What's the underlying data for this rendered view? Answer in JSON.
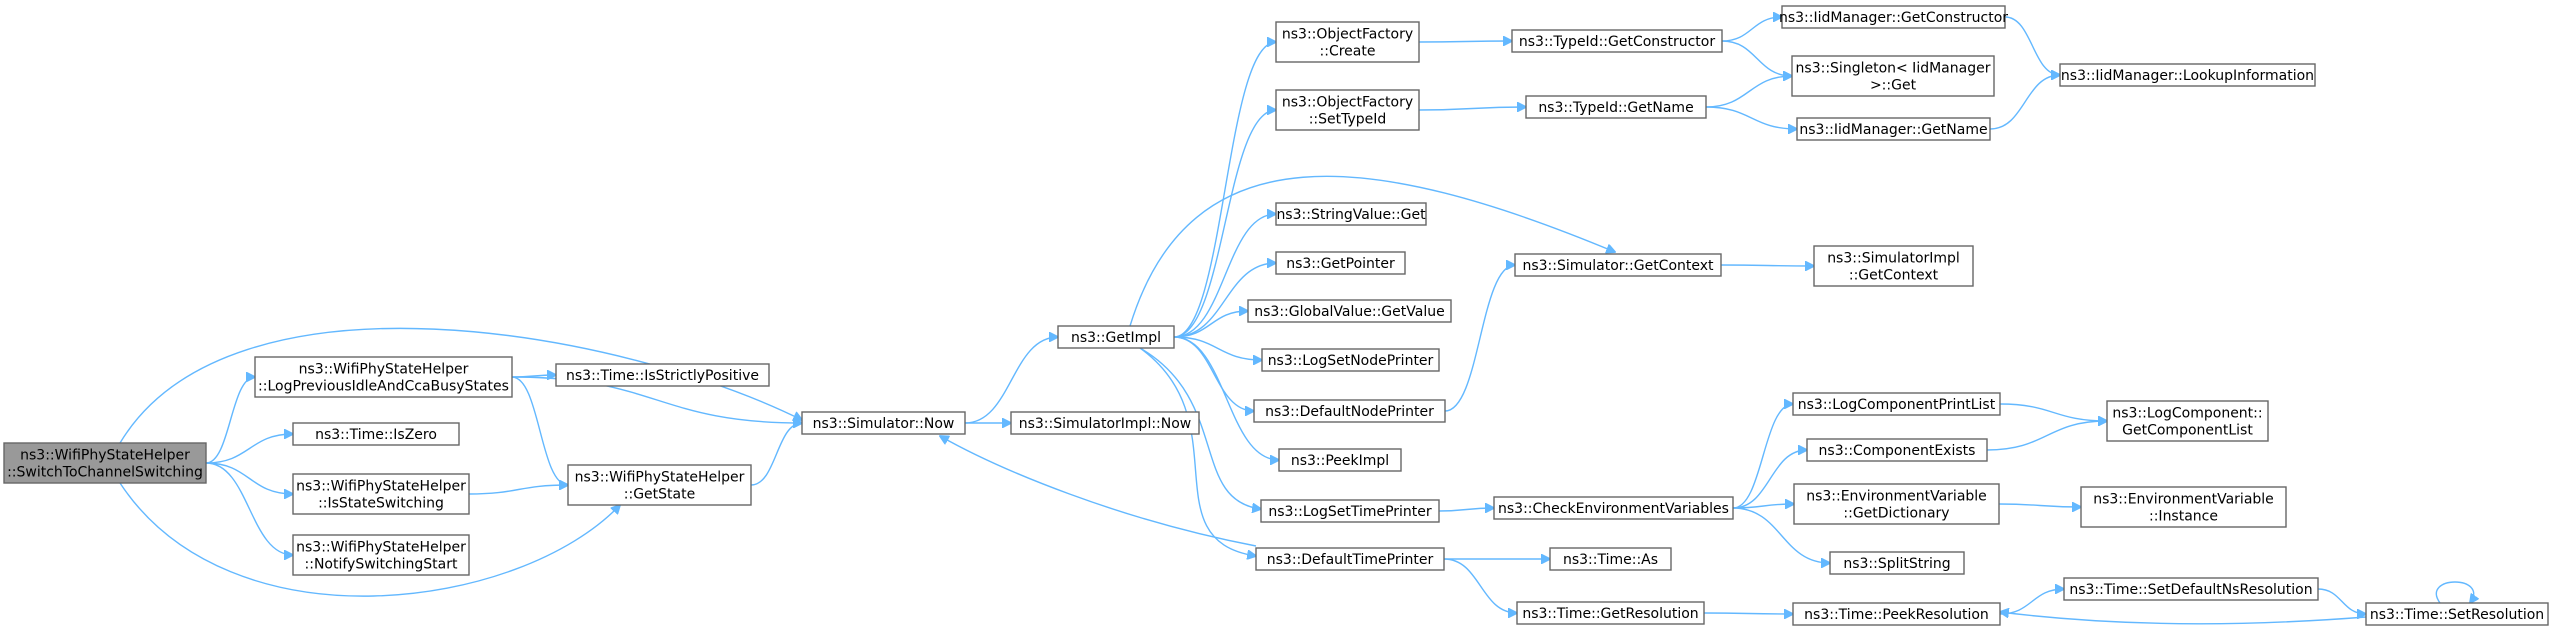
{
  "diagram": {
    "nodes": {
      "switch": [
        "ns3::WifiPhyStateHelper",
        "::SwitchToChannelSwitching"
      ],
      "logPrev": [
        "ns3::WifiPhyStateHelper",
        "::LogPreviousIdleAndCcaBusyStates"
      ],
      "isZero": [
        "ns3::Time::IsZero"
      ],
      "isStateSwitching": [
        "ns3::WifiPhyStateHelper",
        "::IsStateSwitching"
      ],
      "notifySwitching": [
        "ns3::WifiPhyStateHelper",
        "::NotifySwitchingStart"
      ],
      "isStrictlyPositive": [
        "ns3::Time::IsStrictlyPositive"
      ],
      "getState": [
        "ns3::WifiPhyStateHelper",
        "::GetState"
      ],
      "simNow": [
        "ns3::Simulator::Now"
      ],
      "simImplNow": [
        "ns3::SimulatorImpl::Now"
      ],
      "getImpl": [
        "ns3::GetImpl"
      ],
      "ofCreate": [
        "ns3::ObjectFactory",
        "::Create"
      ],
      "ofSetTypeId": [
        "ns3::ObjectFactory",
        "::SetTypeId"
      ],
      "stringValueGet": [
        "ns3::StringValue::Get"
      ],
      "getPointer": [
        "ns3::GetPointer"
      ],
      "globalValueGet": [
        "ns3::GlobalValue::GetValue"
      ],
      "logSetNodePrinter": [
        "ns3::LogSetNodePrinter"
      ],
      "defaultNodePrinter": [
        "ns3::DefaultNodePrinter"
      ],
      "peekImpl": [
        "ns3::PeekImpl"
      ],
      "logSetTimePrinter": [
        "ns3::LogSetTimePrinter"
      ],
      "defaultTimePrinter": [
        "ns3::DefaultTimePrinter"
      ],
      "typeIdGetConstructor": [
        "ns3::TypeId::GetConstructor"
      ],
      "typeIdGetName": [
        "ns3::TypeId::GetName"
      ],
      "simGetContext": [
        "ns3::Simulator::GetContext"
      ],
      "checkEnv": [
        "ns3::CheckEnvironmentVariables"
      ],
      "timeAs": [
        "ns3::Time::As"
      ],
      "timeGetResolution": [
        "ns3::Time::GetResolution"
      ],
      "iidGetConstructor": [
        "ns3::IidManager::GetConstructor"
      ],
      "singletonGet": [
        "ns3::Singleton< IidManager",
        ">::Get"
      ],
      "iidGetName": [
        "ns3::IidManager::GetName"
      ],
      "simImplGetContext": [
        "ns3::SimulatorImpl",
        "::GetContext"
      ],
      "logCompPrintList": [
        "ns3::LogComponentPrintList"
      ],
      "compExists": [
        "ns3::ComponentExists"
      ],
      "envGetDictionary": [
        "ns3::EnvironmentVariable",
        "::GetDictionary"
      ],
      "splitString": [
        "ns3::SplitString"
      ],
      "peekResolution": [
        "ns3::Time::PeekResolution"
      ],
      "iidLookup": [
        "ns3::IidManager::LookupInformation"
      ],
      "logCompGetList": [
        "ns3::LogComponent::",
        "GetComponentList"
      ],
      "envInstance": [
        "ns3::EnvironmentVariable",
        "::Instance"
      ],
      "setDefaultNsRes": [
        "ns3::Time::SetDefaultNsResolution"
      ],
      "setResolution": [
        "ns3::Time::SetResolution"
      ]
    },
    "edges": [
      [
        "switch",
        "logPrev"
      ],
      [
        "switch",
        "isZero"
      ],
      [
        "switch",
        "isStateSwitching"
      ],
      [
        "switch",
        "notifySwitching"
      ],
      [
        "switch",
        "getState"
      ],
      [
        "switch",
        "simNow"
      ],
      [
        "logPrev",
        "isStrictlyPositive"
      ],
      [
        "logPrev",
        "getState"
      ],
      [
        "logPrev",
        "simNow"
      ],
      [
        "isStateSwitching",
        "getState"
      ],
      [
        "getState",
        "simNow"
      ],
      [
        "simNow",
        "simImplNow"
      ],
      [
        "simNow",
        "getImpl"
      ],
      [
        "getImpl",
        "ofCreate"
      ],
      [
        "getImpl",
        "ofSetTypeId"
      ],
      [
        "getImpl",
        "stringValueGet"
      ],
      [
        "getImpl",
        "getPointer"
      ],
      [
        "getImpl",
        "globalValueGet"
      ],
      [
        "getImpl",
        "logSetNodePrinter"
      ],
      [
        "getImpl",
        "defaultNodePrinter"
      ],
      [
        "getImpl",
        "peekImpl"
      ],
      [
        "getImpl",
        "logSetTimePrinter"
      ],
      [
        "getImpl",
        "defaultTimePrinter"
      ],
      [
        "getImpl",
        "simGetContext"
      ],
      [
        "ofCreate",
        "typeIdGetConstructor"
      ],
      [
        "ofSetTypeId",
        "typeIdGetName"
      ],
      [
        "defaultNodePrinter",
        "simGetContext"
      ],
      [
        "defaultTimePrinter",
        "simNow"
      ],
      [
        "defaultTimePrinter",
        "timeAs"
      ],
      [
        "defaultTimePrinter",
        "timeGetResolution"
      ],
      [
        "logSetTimePrinter",
        "checkEnv"
      ],
      [
        "typeIdGetConstructor",
        "iidGetConstructor"
      ],
      [
        "typeIdGetConstructor",
        "singletonGet"
      ],
      [
        "typeIdGetName",
        "singletonGet"
      ],
      [
        "typeIdGetName",
        "iidGetName"
      ],
      [
        "simGetContext",
        "simImplGetContext"
      ],
      [
        "checkEnv",
        "logCompPrintList"
      ],
      [
        "checkEnv",
        "compExists"
      ],
      [
        "checkEnv",
        "envGetDictionary"
      ],
      [
        "checkEnv",
        "splitString"
      ],
      [
        "timeGetResolution",
        "peekResolution"
      ],
      [
        "iidGetConstructor",
        "iidLookup"
      ],
      [
        "iidGetName",
        "iidLookup"
      ],
      [
        "logCompPrintList",
        "logCompGetList"
      ],
      [
        "compExists",
        "logCompGetList"
      ],
      [
        "envGetDictionary",
        "envInstance"
      ],
      [
        "peekResolution",
        "setDefaultNsRes"
      ],
      [
        "setDefaultNsRes",
        "setResolution"
      ],
      [
        "setResolution",
        "peekResolution"
      ],
      [
        "setResolution",
        "setResolution"
      ]
    ]
  }
}
